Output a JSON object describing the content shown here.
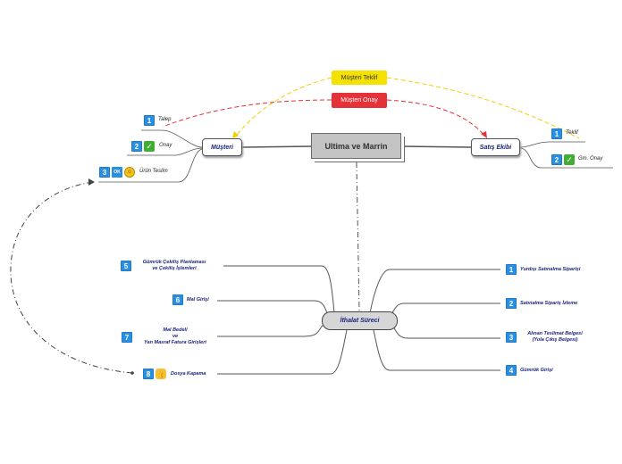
{
  "root": {
    "label": "Ultima ve Marrin"
  },
  "callouts": {
    "teklif": "Müşteri Teklif",
    "onay": "Müşteri Onay"
  },
  "musteri": {
    "label": "Müşteri",
    "items": [
      {
        "num": "1",
        "label": "Talep"
      },
      {
        "num": "2",
        "label": "Onay",
        "icon": "check-icon"
      },
      {
        "num": "3",
        "label": "Ürün Teslim",
        "icons": [
          "ok-icon",
          "grin-emoji-icon"
        ]
      }
    ]
  },
  "satis": {
    "label": "Satış Ekibi",
    "items": [
      {
        "num": "1",
        "label": "Teklif"
      },
      {
        "num": "2",
        "label": "Gm. Onay",
        "icon": "check-icon"
      }
    ]
  },
  "ithalat": {
    "label": "İthalat Süreci",
    "left": [
      {
        "num": "5",
        "line1": "Gümrük Çekiliş Planlaması",
        "line2": "ve Çekiliş İşlemleri"
      },
      {
        "num": "6",
        "line1": "Mal Girişi"
      },
      {
        "num": "7",
        "line1": "Mal Bedeli",
        "line2": "ve",
        "line3": "Yan Masraf Fatura Girişleri"
      },
      {
        "num": "8",
        "line1": "Dosya Kapama",
        "icon": "thumbs-up-icon"
      }
    ],
    "right": [
      {
        "num": "1",
        "line1": "Yurdışı Satınalma Siparişi"
      },
      {
        "num": "2",
        "line1": "Satınalma Sipariş İzleme"
      },
      {
        "num": "3",
        "line1": "Alınan Teslimat Belgesi",
        "line2": "(Yola Çıkış Belgesi)"
      },
      {
        "num": "4",
        "line1": "Gümrük Girişi"
      }
    ]
  },
  "colors": {
    "badge": "#2a8fe0",
    "yellow": "#f5e100",
    "red": "#e53238",
    "check": "#3fae33"
  }
}
